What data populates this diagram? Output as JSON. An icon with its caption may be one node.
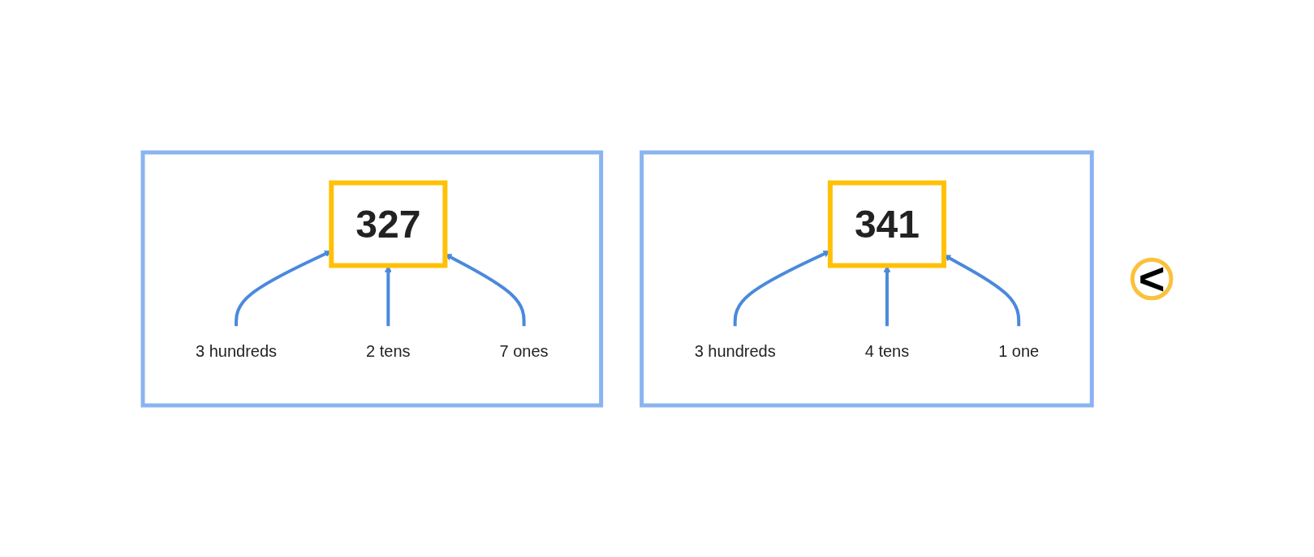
{
  "diagram": {
    "nodes": [
      {
        "text": [],
        "shape": "box"
      },
      {
        "text": [
          "327"
        ],
        "in": 0
      },
      {
        "text": [
          "3 hundreds"
        ],
        "in": 0
      },
      {
        "text": [
          "2 tens"
        ],
        "in": 0
      },
      {
        "text": [
          "7 ones"
        ],
        "in": 0
      },
      {
        "text": [
          "<"
        ]
      },
      {
        "text": [],
        "shape": "box"
      },
      {
        "text": [
          "341"
        ],
        "in": 6
      },
      {
        "text": [
          "3 hundreds"
        ],
        "in": 6
      },
      {
        "text": [
          "4 tens"
        ],
        "in": 6
      },
      {
        "text": [
          "1 one"
        ],
        "in": 6
      }
    ],
    "edges": [
      {
        "from": 2,
        "to": 1,
        "arrow": "to"
      },
      {
        "from": 3,
        "to": 1,
        "arrow": "to"
      },
      {
        "from": 4,
        "to": 1,
        "arrow": "to"
      },
      {
        "from": 8,
        "to": 7,
        "arrow": "to"
      },
      {
        "from": 9,
        "to": 7,
        "arrow": "to"
      },
      {
        "from": 10,
        "to": 7,
        "arrow": "to"
      }
    ]
  }
}
